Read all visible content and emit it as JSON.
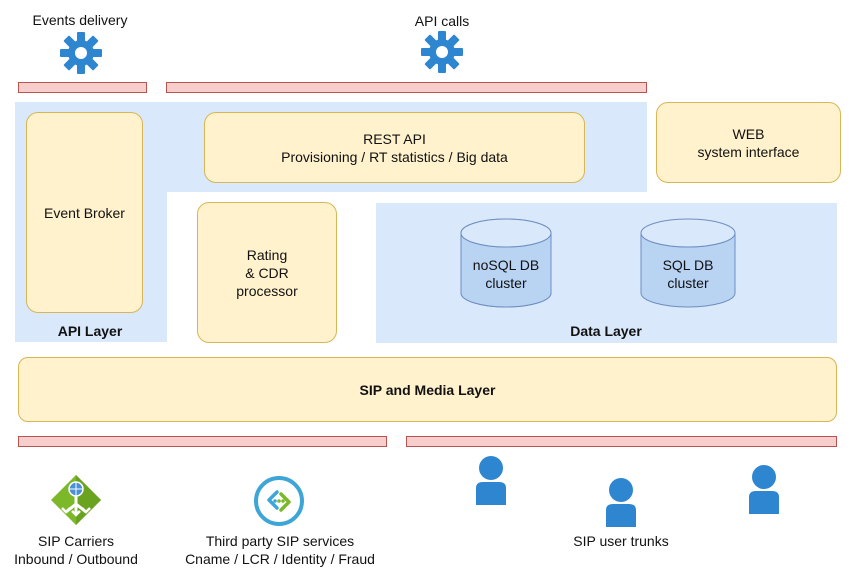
{
  "top": {
    "events_delivery": "Events delivery",
    "api_calls": "API calls",
    "gear_icon": "gear-icon"
  },
  "api_layer": {
    "title": "API Layer",
    "event_broker": "Event Broker",
    "rest_api_line1": "REST API",
    "rest_api_line2": "Provisioning / RT statistics / Big data"
  },
  "web": {
    "line1": "WEB",
    "line2": "system interface"
  },
  "rating": {
    "line1": "Rating",
    "line2": "& CDR",
    "line3": "processor"
  },
  "data_layer": {
    "title": "Data Layer",
    "nosql_line1": "noSQL DB",
    "nosql_line2": "cluster",
    "sql_line1": "SQL DB",
    "sql_line2": "cluster"
  },
  "sip_layer": {
    "title": "SIP and Media Layer"
  },
  "bottom": {
    "carriers_line1": "SIP Carriers",
    "carriers_line2": "Inbound / Outbound",
    "thirdparty_line1": "Third party SIP services",
    "thirdparty_line2": "Cname / LCR / Identity / Fraud",
    "user_trunks": "SIP user trunks"
  },
  "colors": {
    "region_fill": "#dae8fc",
    "box_fill": "#fff2cc",
    "box_border": "#d6b656",
    "bar_fill": "#f8cecc",
    "bar_border": "#b85450",
    "icon_blue": "#2f86d0"
  }
}
